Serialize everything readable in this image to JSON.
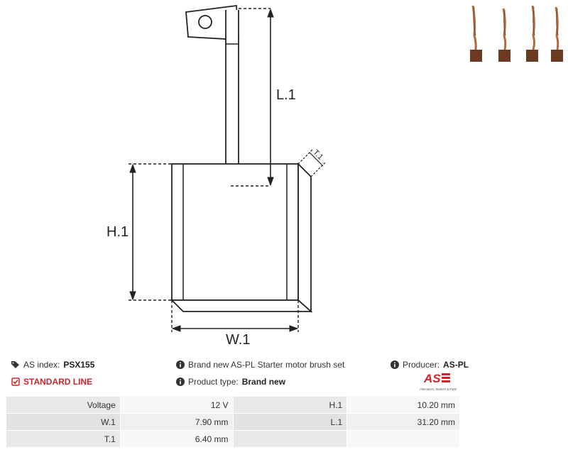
{
  "drawing": {
    "labels": {
      "l1": "L.1",
      "h1": "H.1",
      "w1": "W.1",
      "t1": "T.1"
    }
  },
  "info": {
    "as_index_label": "AS index:",
    "as_index_value": "PSX155",
    "standard_line": "STANDARD LINE",
    "description": "Brand new AS-PL Starter motor brush set",
    "product_type_label": "Product type:",
    "product_type_value": "Brand new",
    "producer_label": "Producer:",
    "producer_value": "AS-PL",
    "logo_text": "AS",
    "logo_tagline": "Alternators, Starters & Parts"
  },
  "specs": [
    {
      "label1": "Voltage",
      "value1": "12 V",
      "label2": "H.1",
      "value2": "10.20 mm"
    },
    {
      "label1": "W.1",
      "value1": "7.90 mm",
      "label2": "L.1",
      "value2": "31.20 mm"
    },
    {
      "label1": "T.1",
      "value1": "6.40 mm",
      "label2": "",
      "value2": ""
    }
  ],
  "colors": {
    "accent": "#d0242b",
    "copper": "#a8643a",
    "line": "#222222"
  }
}
